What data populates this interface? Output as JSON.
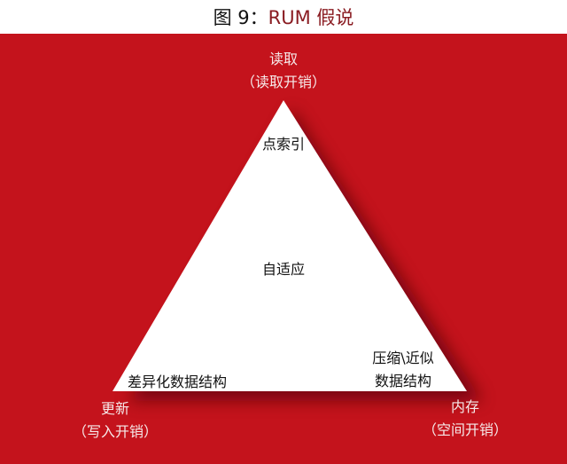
{
  "title": {
    "prefix": "图 9：",
    "highlight": "RUM 假说"
  },
  "colors": {
    "background": "#c4131c",
    "triangle": "#ffffff",
    "title_highlight": "#8a1c22"
  },
  "vertices": {
    "top": {
      "name": "读取",
      "cost": "（读取开销）"
    },
    "left": {
      "name": "更新",
      "cost": "（写入开销）"
    },
    "right": {
      "name": "内存",
      "cost": "（空间开销）"
    }
  },
  "inner": {
    "top": "点索引",
    "center": "自适应",
    "left": "差异化数据结构",
    "right_line1": "压缩\\近似",
    "right_line2": "数据结构"
  }
}
